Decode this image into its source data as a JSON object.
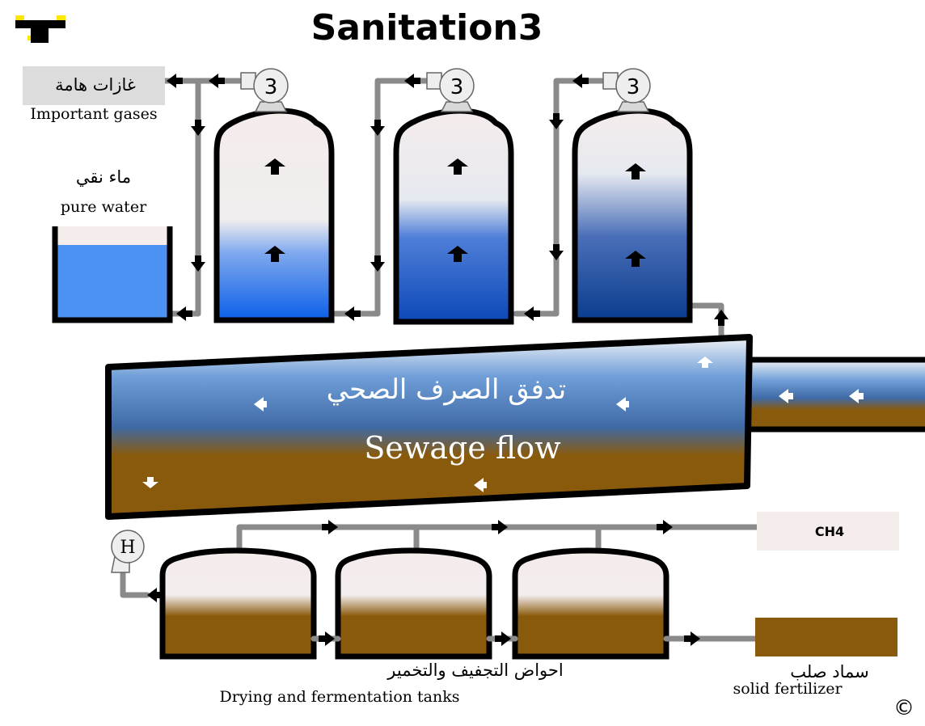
{
  "title": "Sanitation3",
  "logo_letter": "T",
  "gases": {
    "label_ar": "غازات هامة",
    "label_en": "Important gases"
  },
  "pure_water": {
    "label_ar": "ماء نقي",
    "label_en": "pure water"
  },
  "pump_label": "3",
  "hydraulic_pump_label": "H",
  "sewage": {
    "label_ar": "تدفق الصرف الصحي",
    "label_en": "Sewage flow"
  },
  "ch4": {
    "label": "CH4"
  },
  "fertilizer": {
    "label_ar": "سماد صلب",
    "label_en": "solid fertilizer"
  },
  "tanks": {
    "label_ar": "احواض التجفيف والتخمير",
    "label_en": "Drying and fermentation tanks"
  },
  "copyright": "©",
  "colors": {
    "water_blue": "#0a5fe0",
    "sludge_brown": "#8a5a0c",
    "pipe_gray": "#8a8a8a",
    "pale": "#f5ecec",
    "logo_yellow": "#ffe600"
  }
}
